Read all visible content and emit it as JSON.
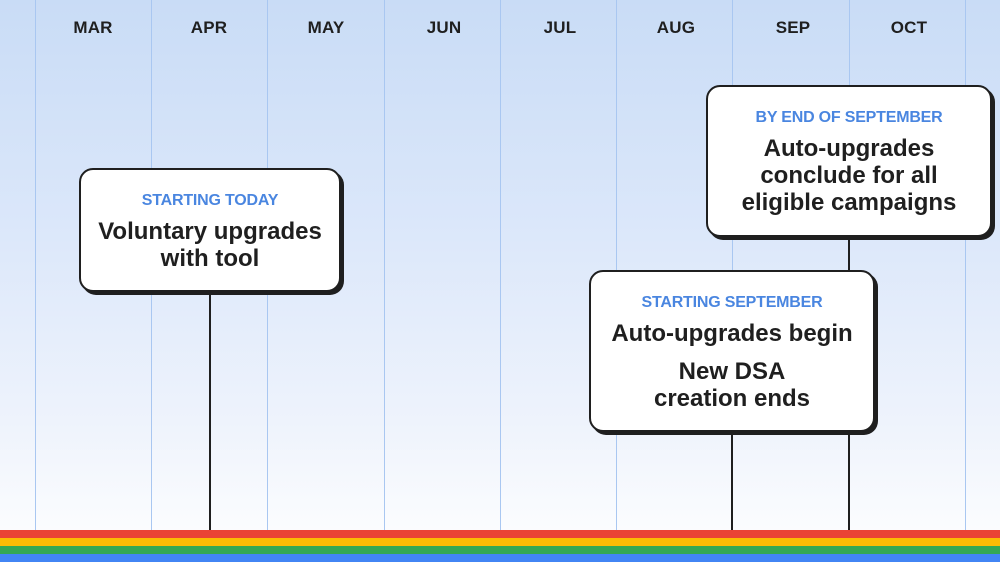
{
  "months": [
    "MAR",
    "APR",
    "MAY",
    "JUN",
    "JUL",
    "AUG",
    "SEP",
    "OCT"
  ],
  "cards": {
    "voluntary": {
      "eyebrow": "STARTING TODAY",
      "line1": "Voluntary upgrades",
      "line2": "with tool"
    },
    "conclude": {
      "eyebrow": "BY END OF SEPTEMBER",
      "line1": "Auto-upgrades",
      "line2": "conclude for all",
      "line3": "eligible campaigns"
    },
    "begin": {
      "eyebrow": "STARTING SEPTEMBER",
      "line1": "Auto-upgrades begin",
      "line2": "New DSA",
      "line3": "creation ends"
    }
  },
  "colors": {
    "accent_blue": "#4a86e0",
    "grid_line": "#a9c7f1",
    "stripe_red": "#ea4335",
    "stripe_yellow": "#fbbc04",
    "stripe_green": "#34a853",
    "stripe_blue": "#4285f4"
  }
}
